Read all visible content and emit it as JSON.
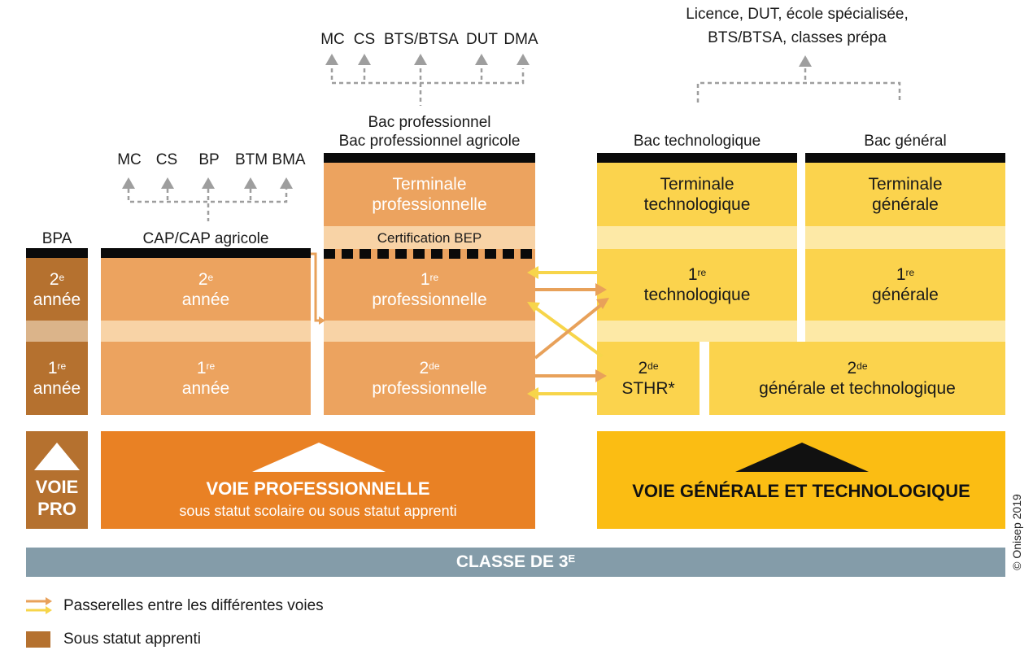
{
  "colors": {
    "apprenti": "#b5712f",
    "apprenti_light": "#dbb48a",
    "pro": "#eca35f",
    "pro_light": "#f8d3a6",
    "pro_banner": "#e98124",
    "gt": "#fbd34d",
    "gt_light": "#fde9a6",
    "gt_banner": "#fbbd13",
    "base": "#849ca9",
    "arrow_orange": "#e8a15a",
    "arrow_yellow": "#f7d54a",
    "dashed": "#9e9e9e"
  },
  "top": {
    "pro_outcomes": [
      "MC",
      "CS",
      "BTS/BTSA",
      "DUT",
      "DMA"
    ],
    "gt_outcomes_line1": "Licence, DUT, école spécialisée,",
    "gt_outcomes_line2": "BTS/BTSA, classes prépa",
    "cap_outcomes": [
      "MC",
      "CS",
      "BP",
      "BTM",
      "BMA"
    ]
  },
  "bpa": {
    "title": "BPA",
    "year2_num": "2",
    "year2_sup": "e",
    "year2_word": "année",
    "year1_num": "1",
    "year1_sup": "re",
    "year1_word": "année"
  },
  "cap": {
    "title": "CAP/CAP agricole",
    "year2_num": "2",
    "year2_sup": "e",
    "year2_word": "année",
    "year1_num": "1",
    "year1_sup": "re",
    "year1_word": "année"
  },
  "bacpro": {
    "title_line1": "Bac professionnel",
    "title_line2": "Bac professionnel agricole",
    "terminale_line1": "Terminale",
    "terminale_line2": "professionnelle",
    "certification": "Certification BEP",
    "premiere_num": "1",
    "premiere_sup": "re",
    "premiere_word": "professionnelle",
    "seconde_num": "2",
    "seconde_sup": "de",
    "seconde_word": "professionnelle"
  },
  "bactechno": {
    "title": "Bac technologique",
    "terminale_line1": "Terminale",
    "terminale_line2": "technologique",
    "premiere_num": "1",
    "premiere_sup": "re",
    "premiere_word": "technologique",
    "sthr_num": "2",
    "sthr_sup": "de",
    "sthr_word": "STHR*"
  },
  "bacgeneral": {
    "title": "Bac général",
    "terminale_line1": "Terminale",
    "terminale_line2": "générale",
    "premiere_num": "1",
    "premiere_sup": "re",
    "premiere_word": "générale"
  },
  "seconde_gt": {
    "num": "2",
    "sup": "de",
    "word": "générale et technologique"
  },
  "banners": {
    "voie_pro_line1": "VOIE",
    "voie_pro_line2": "PRO",
    "voie_pro_title": "VOIE PROFESSIONNELLE",
    "voie_pro_subtitle": "sous statut scolaire ou sous statut apprenti",
    "voie_gt_title": "VOIE GÉNÉRALE ET TECHNOLOGIQUE"
  },
  "base": {
    "text": "CLASSE DE 3",
    "sup": "E"
  },
  "legend": {
    "passerelles": "Passerelles entre les différentes voies",
    "apprenti": "Sous statut apprenti"
  },
  "copyright": "© Onisep 2019"
}
